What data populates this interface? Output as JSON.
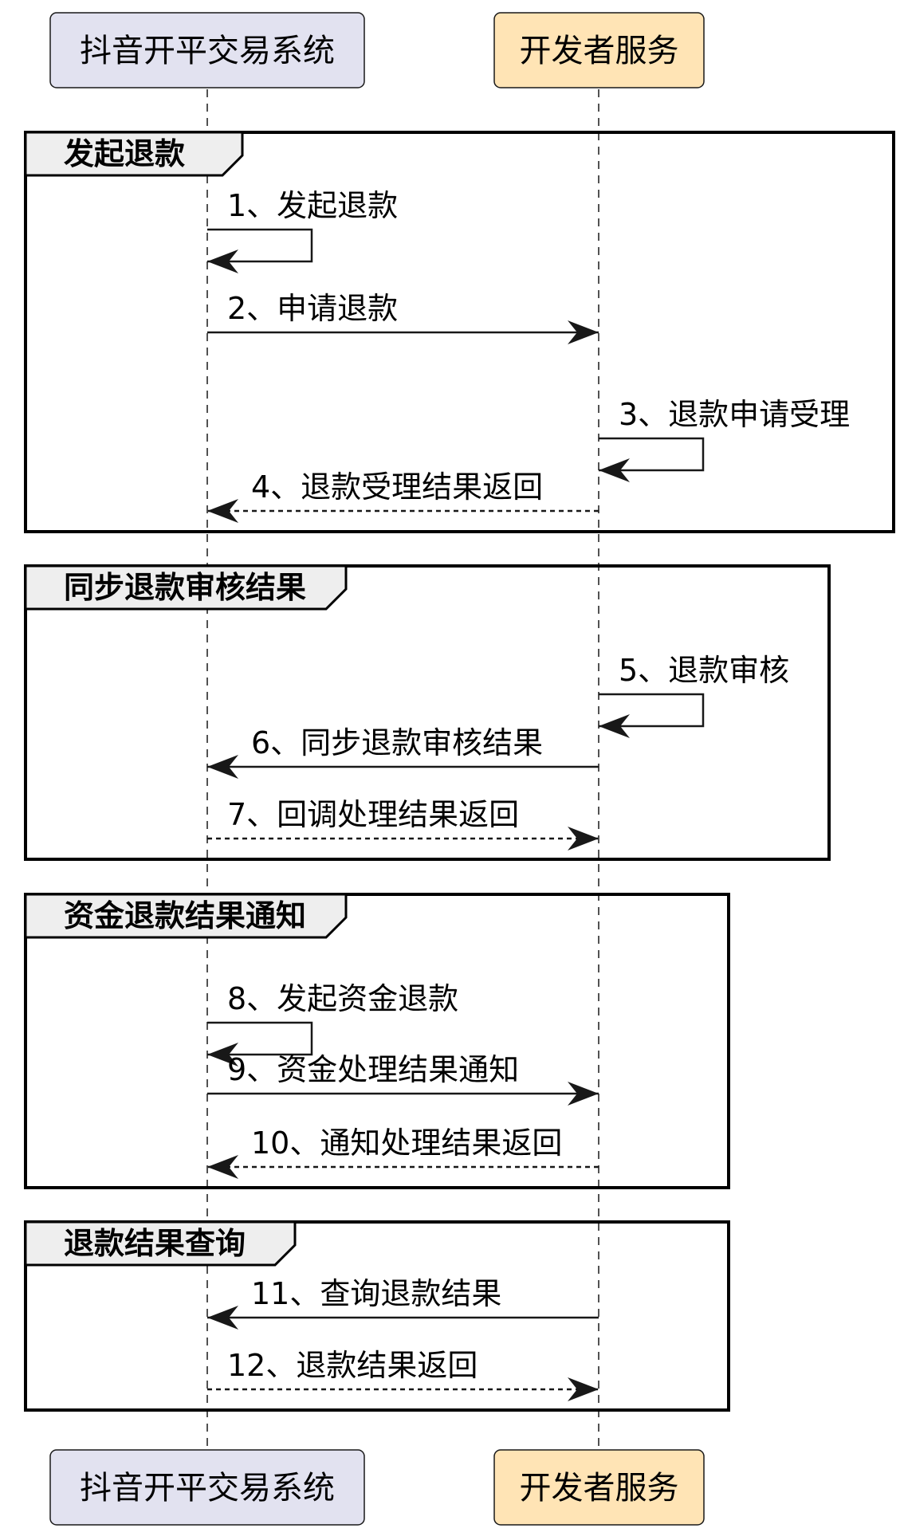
{
  "participants": [
    {
      "id": "platform",
      "label": "抖音开平交易系统",
      "fill": "#e2e2f0"
    },
    {
      "id": "developer",
      "label": "开发者服务",
      "fill": "#ffe4b5"
    }
  ],
  "groups": [
    {
      "title": "发起退款",
      "messages": [
        {
          "label": "1、发起退款",
          "from": "platform",
          "to": "platform",
          "style": "solid"
        },
        {
          "label": "2、申请退款",
          "from": "platform",
          "to": "developer",
          "style": "solid"
        },
        {
          "label": "3、退款申请受理",
          "from": "developer",
          "to": "developer",
          "style": "solid"
        },
        {
          "label": "4、退款受理结果返回",
          "from": "developer",
          "to": "platform",
          "style": "dashed"
        }
      ]
    },
    {
      "title": "同步退款审核结果",
      "messages": [
        {
          "label": "5、退款审核",
          "from": "developer",
          "to": "developer",
          "style": "solid"
        },
        {
          "label": "6、同步退款审核结果",
          "from": "developer",
          "to": "platform",
          "style": "solid"
        },
        {
          "label": "7、回调处理结果返回",
          "from": "platform",
          "to": "developer",
          "style": "dashed"
        }
      ]
    },
    {
      "title": "资金退款结果通知",
      "messages": [
        {
          "label": "8、发起资金退款",
          "from": "platform",
          "to": "platform",
          "style": "solid"
        },
        {
          "label": "9、资金处理结果通知",
          "from": "platform",
          "to": "developer",
          "style": "solid"
        },
        {
          "label": "10、通知处理结果返回",
          "from": "developer",
          "to": "platform",
          "style": "dashed"
        }
      ]
    },
    {
      "title": "退款结果查询",
      "messages": [
        {
          "label": "11、查询退款结果",
          "from": "developer",
          "to": "platform",
          "style": "solid"
        },
        {
          "label": "12、退款结果返回",
          "from": "platform",
          "to": "developer",
          "style": "dashed"
        }
      ]
    }
  ]
}
